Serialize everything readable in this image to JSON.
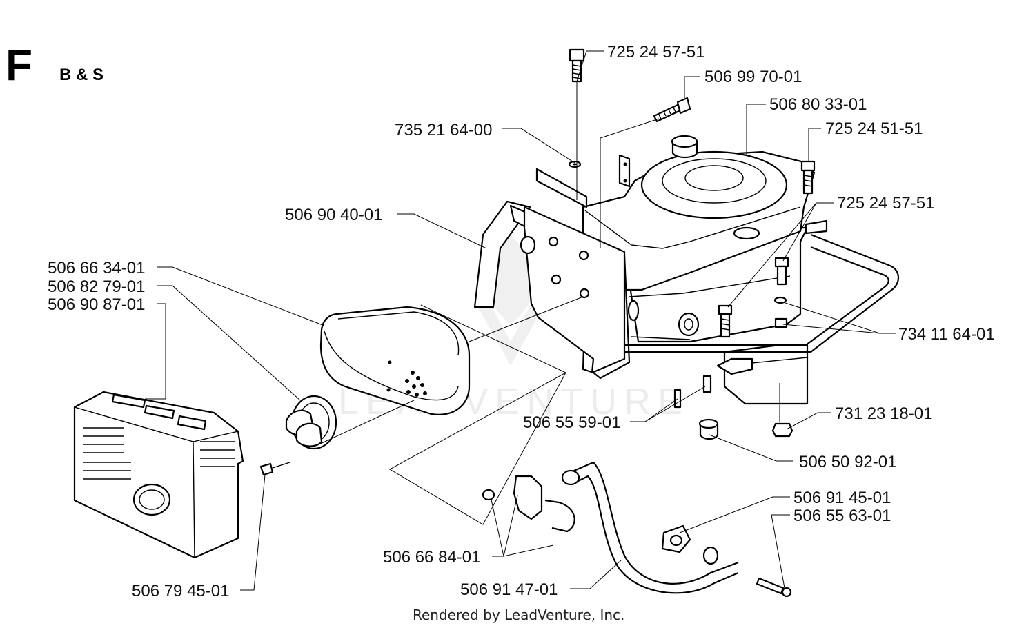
{
  "section": {
    "letter": "F",
    "subtitle": "B & S"
  },
  "parts": [
    {
      "number": "725 24 57-51"
    },
    {
      "number": "506 99 70-01"
    },
    {
      "number": "506 80 33-01"
    },
    {
      "number": "735 21 64-00"
    },
    {
      "number": "725 24 51-51"
    },
    {
      "number": "725 24 57-51"
    },
    {
      "number": "506 90 40-01"
    },
    {
      "number": "506 66 34-01"
    },
    {
      "number": "506 82 79-01"
    },
    {
      "number": "506 90 87-01"
    },
    {
      "number": "734 11 64-01"
    },
    {
      "number": "506 55 59-01"
    },
    {
      "number": "731 23 18-01"
    },
    {
      "number": "506 50 92-01"
    },
    {
      "number": "506 91 45-01"
    },
    {
      "number": "506 55 63-01"
    },
    {
      "number": "506 66 84-01"
    },
    {
      "number": "506 91 47-01"
    },
    {
      "number": "506 79 45-01"
    }
  ],
  "footer": "Rendered by LeadVenture, Inc.",
  "watermark": "LEADVENTURE"
}
